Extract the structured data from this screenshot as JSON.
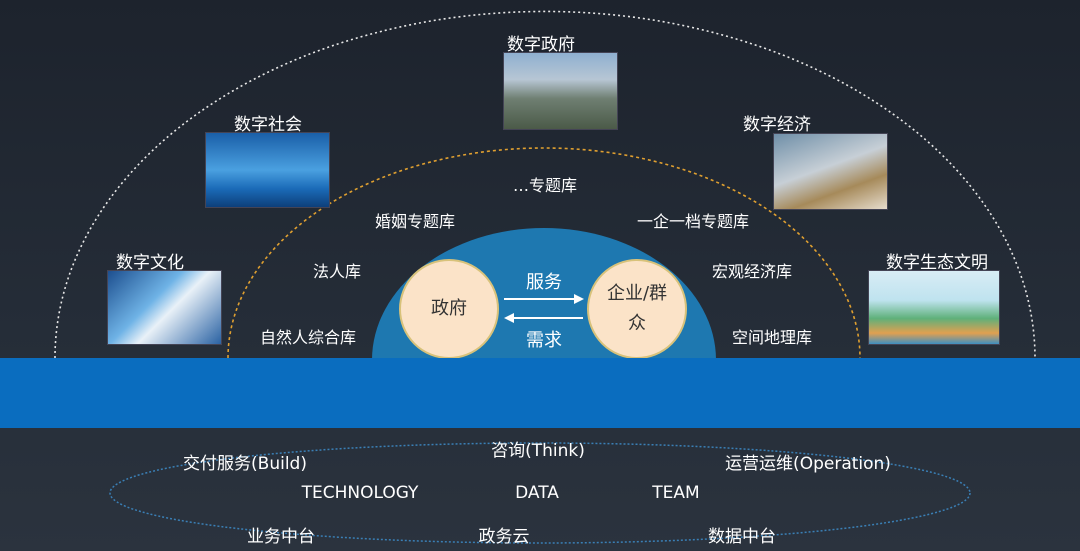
{
  "outer_ring": [
    {
      "label": "数字政府",
      "image": "city-skyline-government"
    },
    {
      "label": "数字社会",
      "image": "city-night-blue"
    },
    {
      "label": "数字文化",
      "image": "media-collage"
    },
    {
      "label": "数字经济",
      "image": "coins-finance"
    },
    {
      "label": "数字生态文明",
      "image": "eco-illustration"
    }
  ],
  "middle_ring": [
    "…专题库",
    "婚姻专题库",
    "一企一档专题库",
    "法人库",
    "宏观经济库",
    "自然人综合库",
    "空间地理库"
  ],
  "core": {
    "left": "政府",
    "right": "企业/群众",
    "right_line1": "企业/群",
    "right_line2": "众",
    "forward": "服务",
    "backward": "需求"
  },
  "bottom": {
    "top_row": [
      "交付服务(Build)",
      "咨询(Think)",
      "运营运维(Operation)"
    ],
    "middle_row": [
      "TECHNOLOGY",
      "DATA",
      "TEAM"
    ],
    "bottom_row": [
      "业务中台",
      "政务云",
      "数据中台"
    ]
  },
  "colors": {
    "band": "#0a6dbf",
    "dome": "#1e78b0",
    "circle": "#fbe3c8",
    "inner_arc": "#e0a030"
  }
}
